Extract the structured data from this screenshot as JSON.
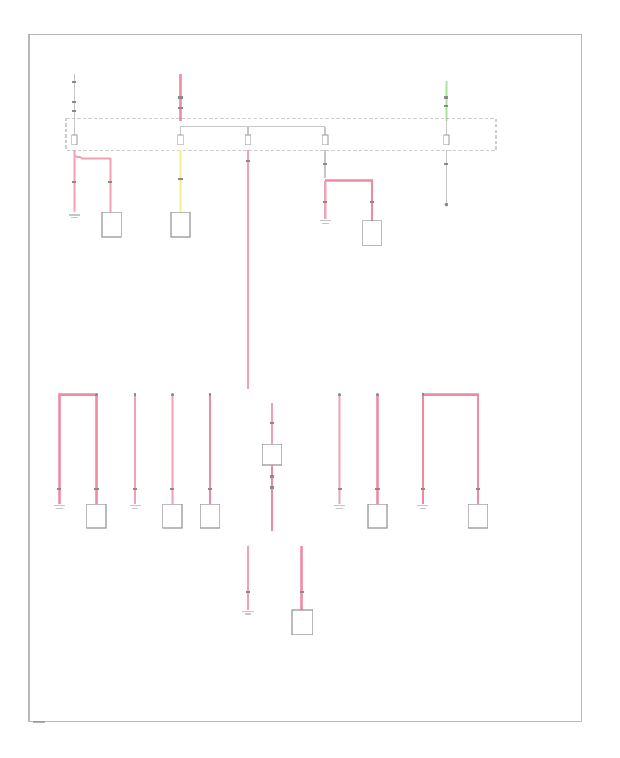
{
  "diagram": {
    "corner_label": "",
    "fuse_block_label": "",
    "sources": [
      {
        "id": "src1",
        "label": ""
      },
      {
        "id": "src2",
        "label": ""
      },
      {
        "id": "src3",
        "label": ""
      }
    ],
    "fuses": [
      {
        "id": "f1",
        "label": ""
      },
      {
        "id": "f2",
        "label": ""
      },
      {
        "id": "f3",
        "label": ""
      },
      {
        "id": "f4",
        "label": ""
      },
      {
        "id": "f5",
        "label": ""
      }
    ],
    "components": [
      {
        "id": "c1",
        "label": ""
      },
      {
        "id": "c2",
        "label": ""
      },
      {
        "id": "c3",
        "label": ""
      },
      {
        "id": "c4",
        "label": ""
      },
      {
        "id": "c5",
        "label": ""
      },
      {
        "id": "c6",
        "label": ""
      },
      {
        "id": "c7",
        "label": ""
      },
      {
        "id": "c8",
        "label": ""
      },
      {
        "id": "c9",
        "label": ""
      },
      {
        "id": "c10",
        "label": ""
      },
      {
        "id": "c11",
        "label": ""
      },
      {
        "id": "c12",
        "label": ""
      },
      {
        "id": "c13",
        "label": ""
      },
      {
        "id": "c14",
        "label": ""
      },
      {
        "id": "c15",
        "label": ""
      },
      {
        "id": "c16",
        "label": ""
      },
      {
        "id": "c17",
        "label": ""
      },
      {
        "id": "c18",
        "label": ""
      },
      {
        "id": "c19",
        "label": ""
      },
      {
        "id": "c20",
        "label": ""
      },
      {
        "id": "c21",
        "label": ""
      },
      {
        "id": "c22",
        "label": ""
      }
    ],
    "notes": [
      "",
      ""
    ],
    "wire_colors": {
      "pink": "#f2a0b4",
      "yellow": "#f3f08a",
      "green": "#a8e39e",
      "gray": "#a8a8a8"
    }
  }
}
